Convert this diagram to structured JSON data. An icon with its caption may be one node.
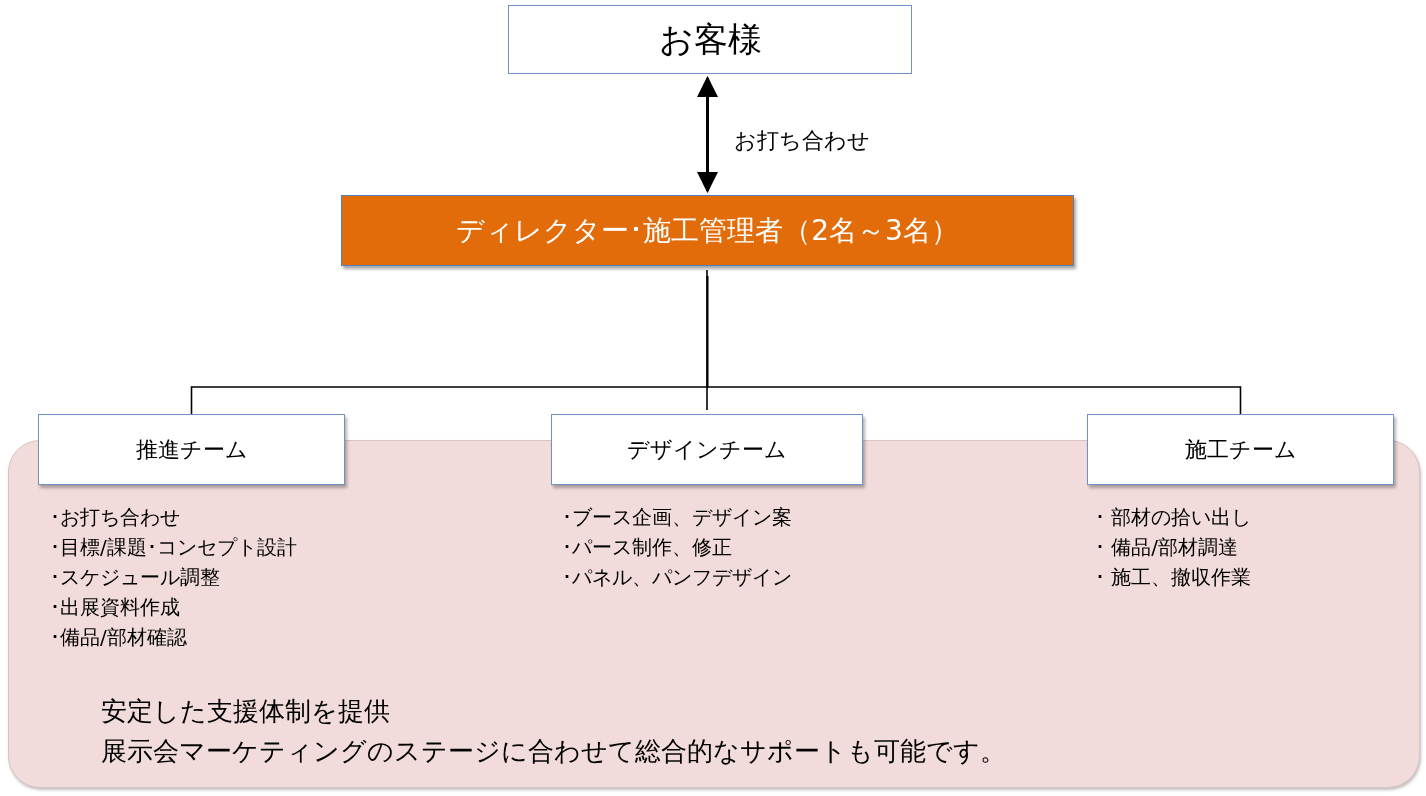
{
  "diagram": {
    "nodes": [
      {
        "text": [
          "お客様"
        ]
      },
      {
        "text": [
          "ディレクター･施工管理者（2名～3名）"
        ]
      },
      {
        "text": [
          "安定した支援体制を提供",
          "展示会マーケティングのステージに合わせて総合的なサポートも可能です。"
        ]
      },
      {
        "text": [
          "推進チーム"
        ],
        "beside": [
          "･お打ち合わせ",
          "･目標/課題･コンセプト設計",
          "･スケジュール調整",
          "･出展資料作成",
          "･備品/部材確認"
        ]
      },
      {
        "text": [
          "デザインチーム"
        ],
        "beside": [
          "･ブース企画、デザイン案",
          "･パース制作、修正",
          "･パネル、パンフデザイン"
        ]
      },
      {
        "text": [
          "施工チーム"
        ],
        "beside": [
          "･ 部材の拾い出し",
          "･ 備品/部材調達",
          "･ 施工、撤収作業"
        ]
      }
    ],
    "edges": [
      {
        "from": 0,
        "to": 1,
        "arrow": "both",
        "label": "お打ち合わせ"
      },
      {
        "from": 1,
        "to": 3,
        "arrow": "none"
      },
      {
        "from": 1,
        "to": 4,
        "arrow": "none"
      },
      {
        "from": 1,
        "to": 5,
        "arrow": "none"
      }
    ]
  }
}
